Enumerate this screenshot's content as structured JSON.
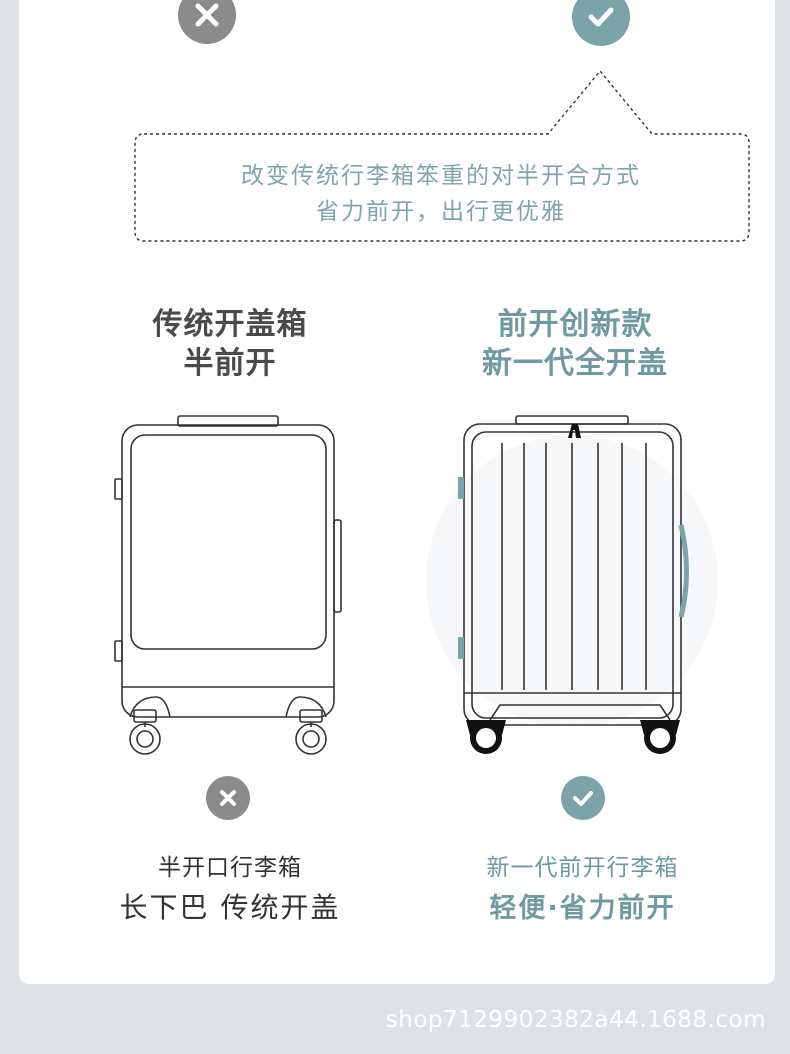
{
  "callout": {
    "line1": "改变传统行李箱笨重的对半开合方式",
    "line2": "省力前开，出行更优雅"
  },
  "left_product": {
    "title_line1": "传统开盖箱",
    "title_line2": "半前开",
    "caption_line1": "半开口行李箱",
    "caption_line2": "长下巴 传统开盖",
    "status_icon": "x-icon"
  },
  "right_product": {
    "title_line1": "前开创新款",
    "title_line2": "新一代全开盖",
    "caption_line1": "新一代前开行李箱",
    "caption_line2": "轻便·省力前开",
    "status_icon": "check-icon"
  },
  "colors": {
    "accent_teal": "#7aa4aa",
    "grey_badge": "#8b8b8b",
    "background": "#dfe2e4"
  },
  "watermark": "shop7129902382a44.1688.com"
}
